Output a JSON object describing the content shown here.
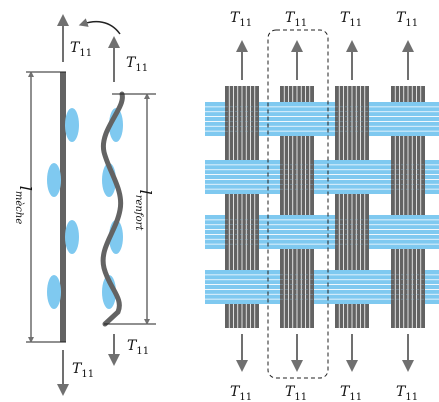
{
  "labels": {
    "tension_base": "T",
    "tension_sub": "11",
    "l_base": "l",
    "l_meche_sub": "mèche",
    "l_renfort_sub": "renfort"
  },
  "colors": {
    "yarn": "#636363",
    "weft": "#7fc9f0",
    "weft_line": "#ffffff",
    "arrow": "#707070",
    "text": "#111111"
  },
  "weave": {
    "columns": 4,
    "rows": 4
  }
}
